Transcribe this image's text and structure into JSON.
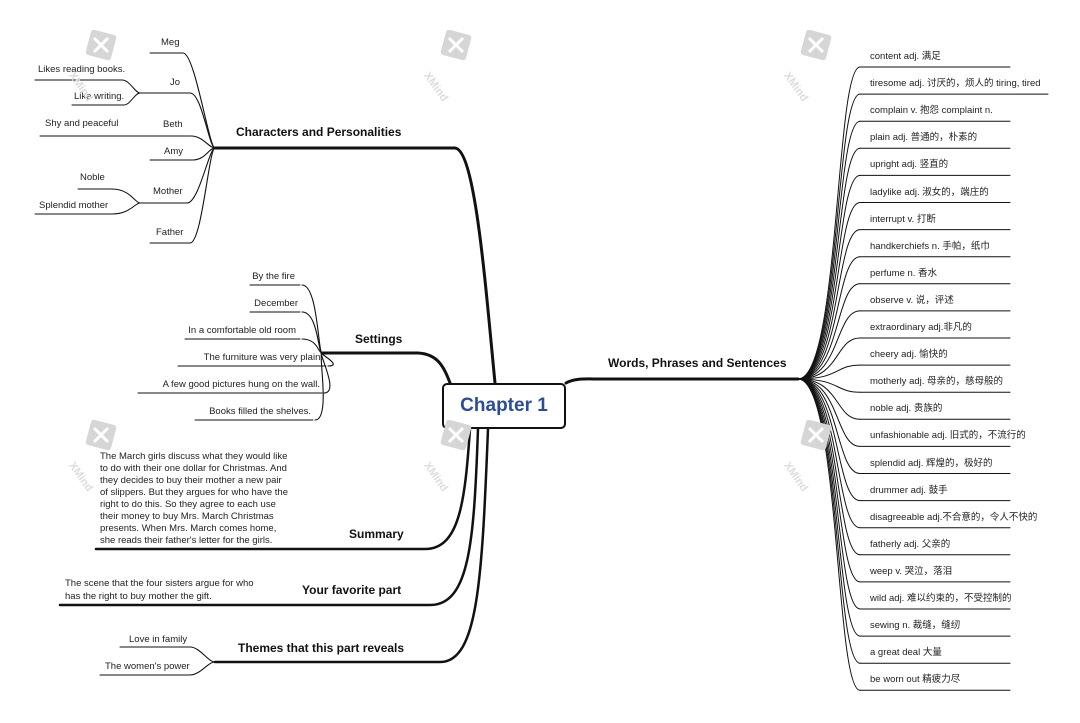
{
  "central": {
    "title": "Chapter 1"
  },
  "characters": {
    "title": "Characters and Personalities",
    "meg": "Meg",
    "jo": "Jo",
    "jo_details": [
      "Likes reading books.",
      "Like writing."
    ],
    "beth": "Beth",
    "beth_detail": "Shy and peaceful",
    "amy": "Amy",
    "mother": "Mother",
    "mother_details": [
      "Noble",
      "Splendid mother"
    ],
    "father": "Father"
  },
  "settings": {
    "title": "Settings",
    "items": [
      "By the fire",
      "December",
      "In a comfortable old room",
      "The furniture was very plain.",
      "A few good pictures hung on the wall.",
      "Books filled the shelves."
    ]
  },
  "summary": {
    "title": "Summary",
    "text": "The March girls discuss what they would like to do with their one dollar for Christmas. And they decides to buy their mother a new pair of slippers. But they argues for who have the right to do this. So they agree to each use their money to buy Mrs. March Christmas presents. When Mrs. March comes home, she reads their father's letter for the girls."
  },
  "favorite": {
    "title": "Your favorite part",
    "lines": [
      "The scene that the four sisters argue for who",
      "has the right to buy mother the gift."
    ]
  },
  "themes": {
    "title": "Themes that this part reveals",
    "items": [
      "Love in family",
      "The women's power"
    ]
  },
  "words": {
    "title": "Words, Phrases and Sentences",
    "items": [
      "content adj. 满足",
      "tiresome adj. 讨厌的，烦人的 tiring, tired",
      "complain v. 抱怨 complaint n.",
      "plain adj. 普通的，朴素的",
      "upright adj. 竖直的",
      "ladylike adj. 淑女的，端庄的",
      "interrupt v. 打断",
      "handkerchiefs n. 手帕，纸巾",
      "perfume n. 香水",
      "observe v. 说，评述",
      "extraordinary adj.非凡的",
      "cheery adj. 愉快的",
      "motherly adj. 母亲的，慈母般的",
      "noble adj. 贵族的",
      "unfashionable adj. 旧式的，不流行的",
      "splendid adj. 辉煌的，极好的",
      "drummer adj. 鼓手",
      "disagreeable adj.不合意的，令人不快的",
      "fatherly adj. 父亲的",
      "weep v. 哭泣，落泪",
      "wild adj. 难以约束的，不受控制的",
      "sewing n. 裁缝，缝纫",
      "a great deal 大量",
      "be worn out 精疲力尽"
    ]
  },
  "watermark": {
    "label": "XMind",
    "icon": "xmind-logo-icon"
  }
}
